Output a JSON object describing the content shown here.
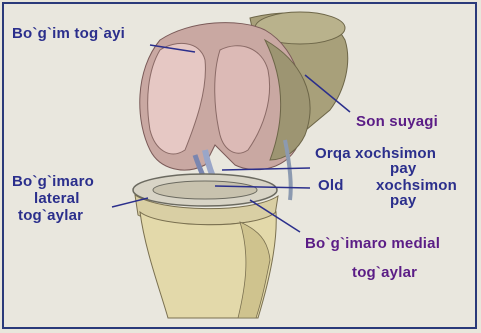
{
  "labels": {
    "bogim_togayi": "Bo`g`im tog`ayi",
    "son_suyagi": "Son suyagi",
    "orqa_xochsimon_line1": "Orqa xochsimon",
    "orqa_xochsimon_line2": "pay",
    "old_xochsimon_line1": "Old",
    "old_xochsimon_line2": "xochsimon",
    "old_xochsimon_line3": "pay",
    "lateral_line1": "Bo`g`imaro",
    "lateral_line2": "lateral",
    "lateral_line3": "tog`aylar",
    "medial_line1": "Bo`g`imaro medial",
    "medial_line2": "tog`aylar"
  },
  "colors": {
    "label_blue": "#2b2f8c",
    "label_purple": "#5b1d86",
    "border": "#2a3a7a",
    "background": "#e9e7de"
  }
}
